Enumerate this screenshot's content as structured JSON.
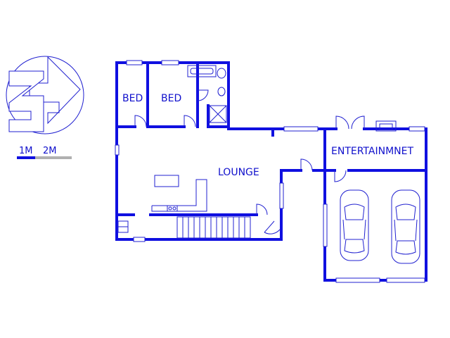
{
  "rooms": {
    "bed_1": "BED",
    "bed_2": "BED",
    "lounge": "LOUNGE",
    "entertainment": "ENTERTAINMNET"
  },
  "scale_bar": {
    "label_1": "1M",
    "label_2": "2M"
  },
  "colors": {
    "walls": "#1010e0",
    "lines": "#2020d0",
    "scale_secondary": "#b0b0b0"
  },
  "icons": {
    "north_arrow": "compass-n-arrow-icon",
    "car": "car-icon"
  }
}
